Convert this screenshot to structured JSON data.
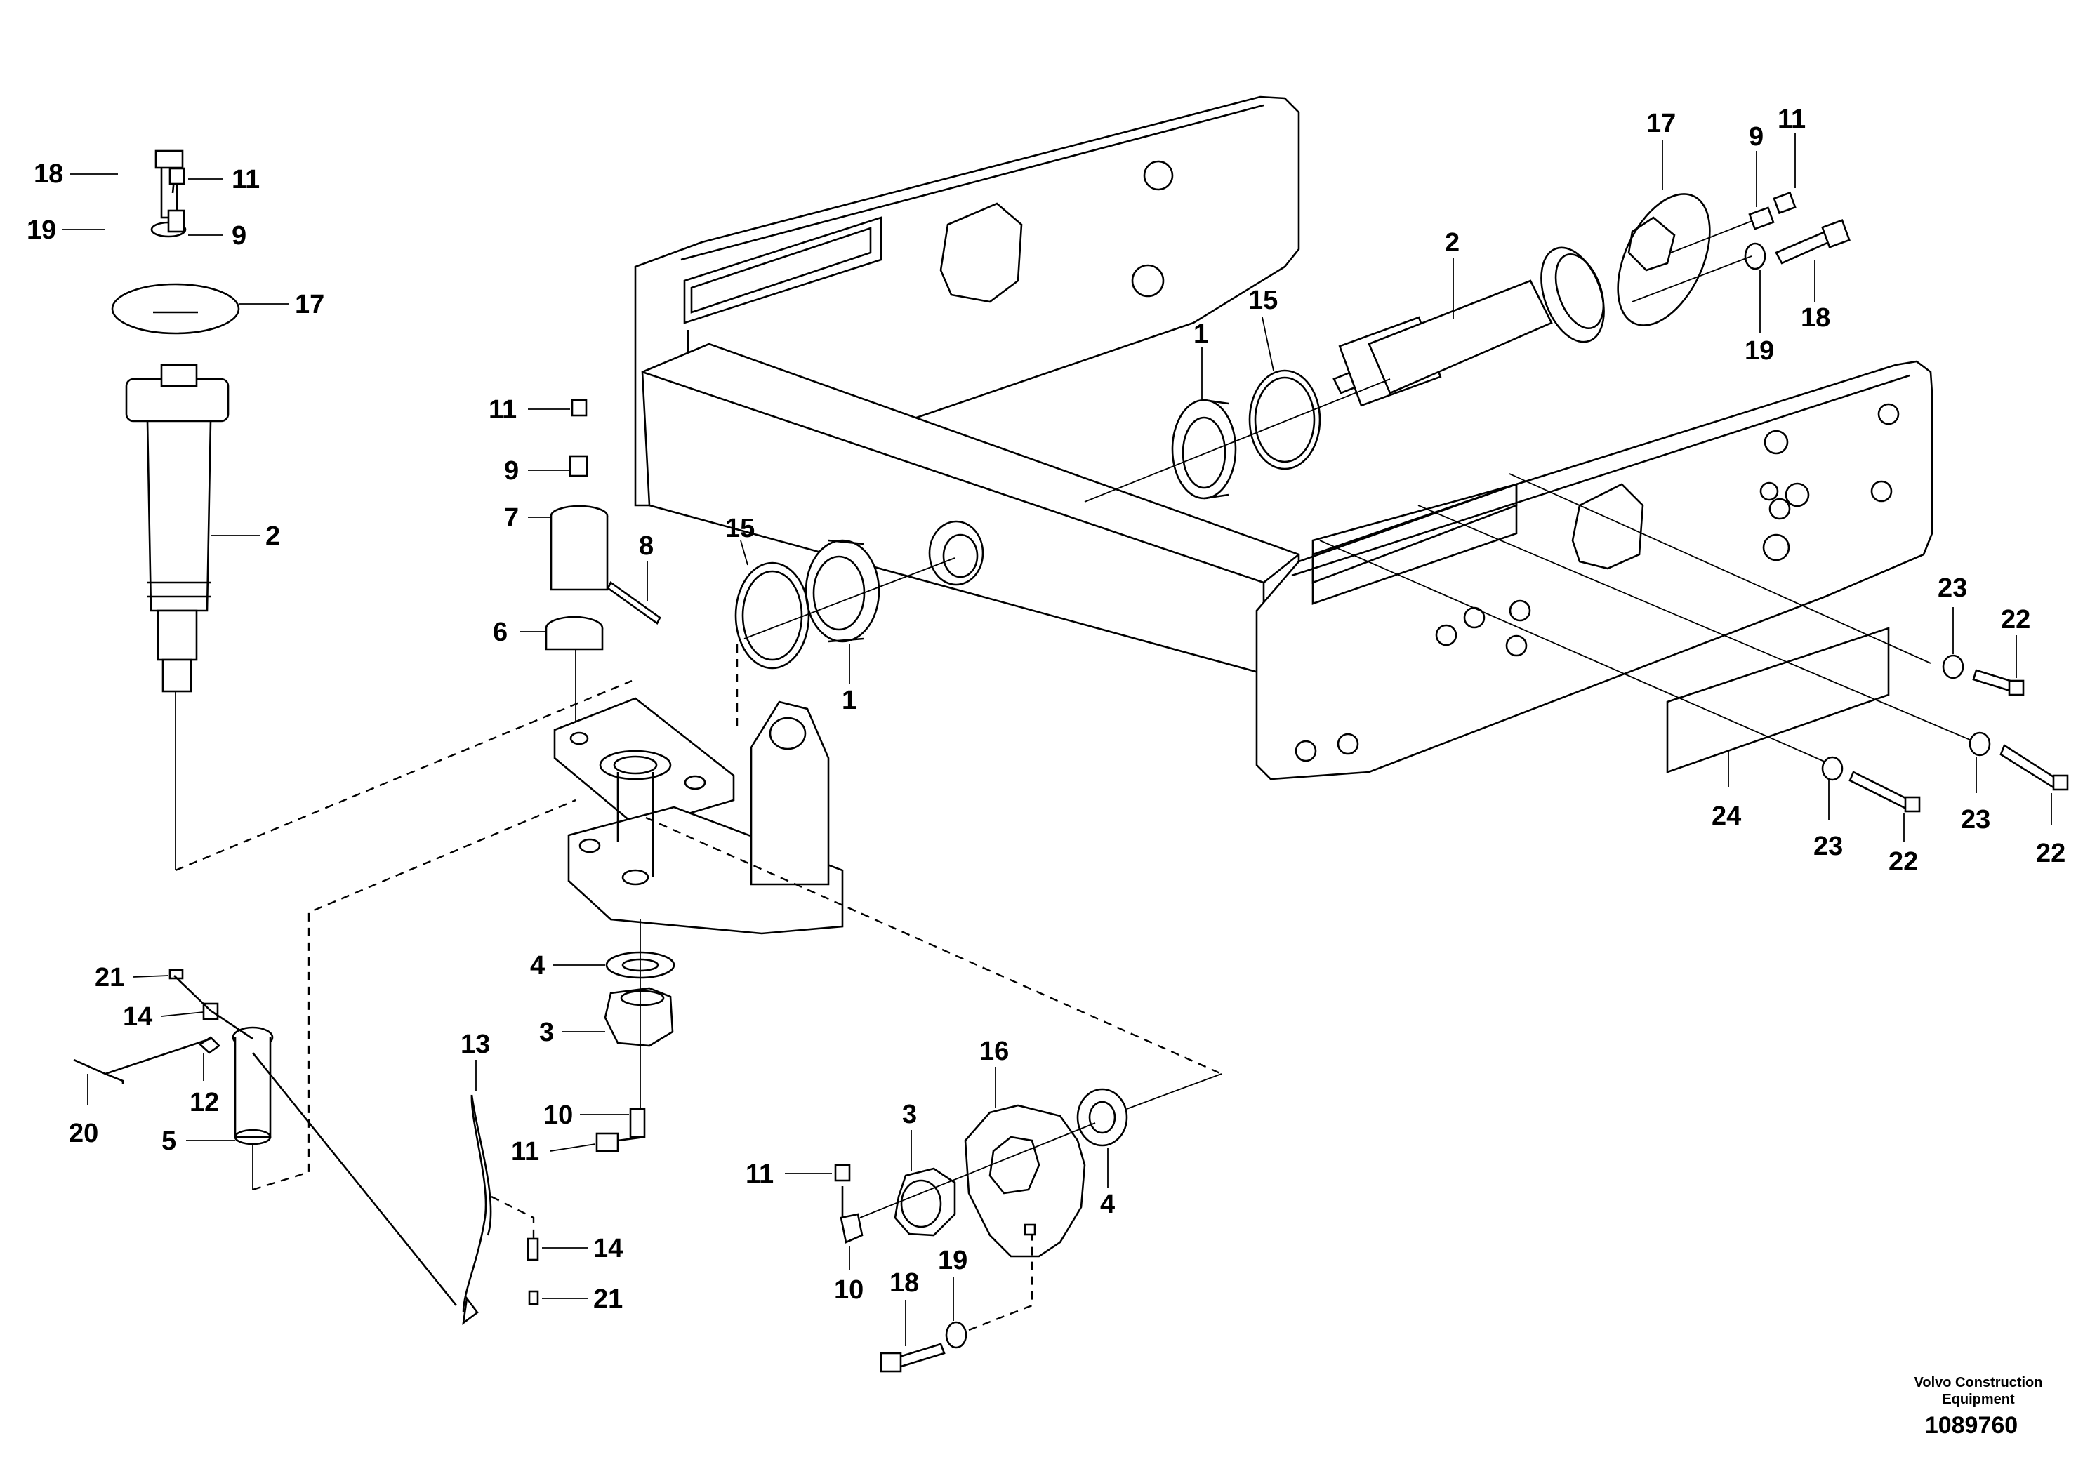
{
  "diagram": {
    "footer": {
      "company_line1": "Volvo Construction",
      "company_line2": "Equipment",
      "drawing_number": "1089760"
    },
    "callouts": [
      {
        "id": "c-18-left",
        "text": "18"
      },
      {
        "id": "c-19-left",
        "text": "19"
      },
      {
        "id": "c-11-topleft",
        "text": "11"
      },
      {
        "id": "c-9-topleft",
        "text": "9"
      },
      {
        "id": "c-17-left",
        "text": "17"
      },
      {
        "id": "c-2-left",
        "text": "2"
      },
      {
        "id": "c-11-mid",
        "text": "11"
      },
      {
        "id": "c-9-mid",
        "text": "9"
      },
      {
        "id": "c-7",
        "text": "7"
      },
      {
        "id": "c-8",
        "text": "8"
      },
      {
        "id": "c-6",
        "text": "6"
      },
      {
        "id": "c-15-left",
        "text": "15"
      },
      {
        "id": "c-1-left",
        "text": "1"
      },
      {
        "id": "c-1-top",
        "text": "1"
      },
      {
        "id": "c-15-top",
        "text": "15"
      },
      {
        "id": "c-2-top",
        "text": "2"
      },
      {
        "id": "c-17-top",
        "text": "17"
      },
      {
        "id": "c-9-top",
        "text": "9"
      },
      {
        "id": "c-11-top",
        "text": "11"
      },
      {
        "id": "c-19-right",
        "text": "19"
      },
      {
        "id": "c-18-right",
        "text": "18"
      },
      {
        "id": "c-23-a",
        "text": "23"
      },
      {
        "id": "c-22-a",
        "text": "22"
      },
      {
        "id": "c-24",
        "text": "24"
      },
      {
        "id": "c-23-b",
        "text": "23"
      },
      {
        "id": "c-22-b",
        "text": "22"
      },
      {
        "id": "c-23-c",
        "text": "23"
      },
      {
        "id": "c-22-c",
        "text": "22"
      },
      {
        "id": "c-4-mid",
        "text": "4"
      },
      {
        "id": "c-3-mid",
        "text": "3"
      },
      {
        "id": "c-10-mid",
        "text": "10"
      },
      {
        "id": "c-11-low",
        "text": "11"
      },
      {
        "id": "c-21-left",
        "text": "21"
      },
      {
        "id": "c-14-left",
        "text": "14"
      },
      {
        "id": "c-12",
        "text": "12"
      },
      {
        "id": "c-20",
        "text": "20"
      },
      {
        "id": "c-5",
        "text": "5"
      },
      {
        "id": "c-13",
        "text": "13"
      },
      {
        "id": "c-14-low",
        "text": "14"
      },
      {
        "id": "c-21-low",
        "text": "21"
      },
      {
        "id": "c-16",
        "text": "16"
      },
      {
        "id": "c-3-low",
        "text": "3"
      },
      {
        "id": "c-4-low",
        "text": "4"
      },
      {
        "id": "c-11-bottom",
        "text": "11"
      },
      {
        "id": "c-10-bottom",
        "text": "10"
      },
      {
        "id": "c-18-bottom",
        "text": "18"
      },
      {
        "id": "c-19-bottom",
        "text": "19"
      }
    ]
  }
}
